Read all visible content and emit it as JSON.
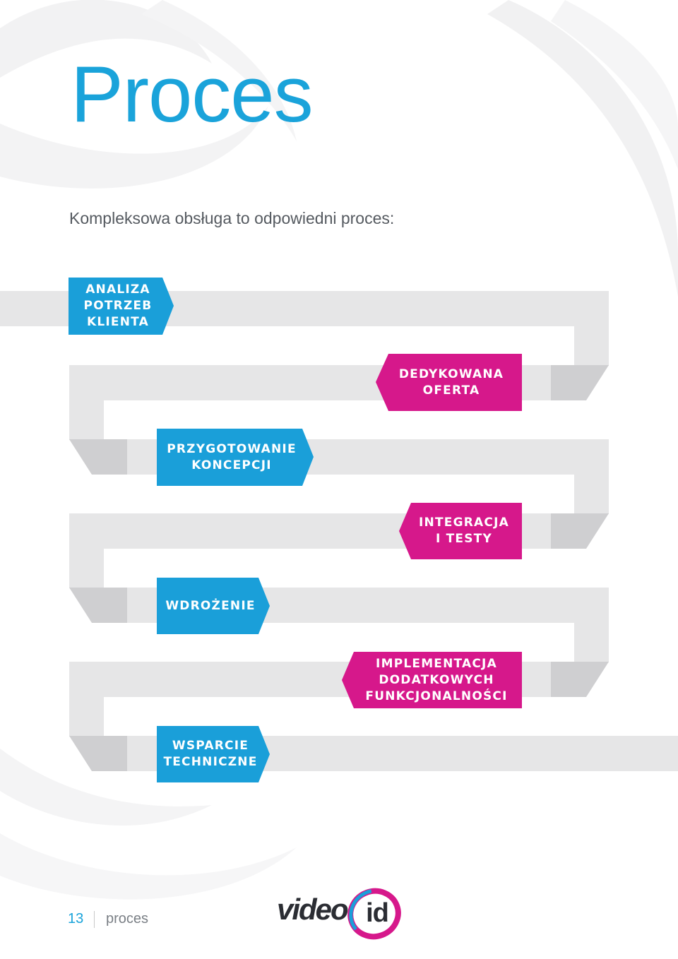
{
  "page": {
    "title": "Proces",
    "subtitle": "Kompleksowa obsługa to odpowiedni proces:"
  },
  "steps": [
    {
      "label": "ANALIZA\nPOTRZEB\nKLIENTA",
      "color": "#1a9fd9"
    },
    {
      "label": "DEDYKOWANA\nOFERTA",
      "color": "#d6188b"
    },
    {
      "label": "PRZYGOTOWANIE\nKONCEPCJI",
      "color": "#1a9fd9"
    },
    {
      "label": "INTEGRACJA\nI TESTY",
      "color": "#d6188b"
    },
    {
      "label": "WDROŻENIE",
      "color": "#1a9fd9"
    },
    {
      "label": "IMPLEMENTACJA\nDODATKOWYCH\nFUNKCJONALNOŚCI",
      "color": "#d6188b"
    },
    {
      "label": "WSPARCIE\nTECHNICZNE",
      "color": "#1a9fd9"
    }
  ],
  "colors": {
    "accent_blue": "#1a9fd9",
    "accent_magenta": "#d6188b",
    "ribbon_light": "#e6e6e7",
    "ribbon_dark": "#cfcfd1"
  },
  "footer": {
    "page_number": "13",
    "section": "proces",
    "logo_word": "video",
    "logo_badge": "id"
  }
}
